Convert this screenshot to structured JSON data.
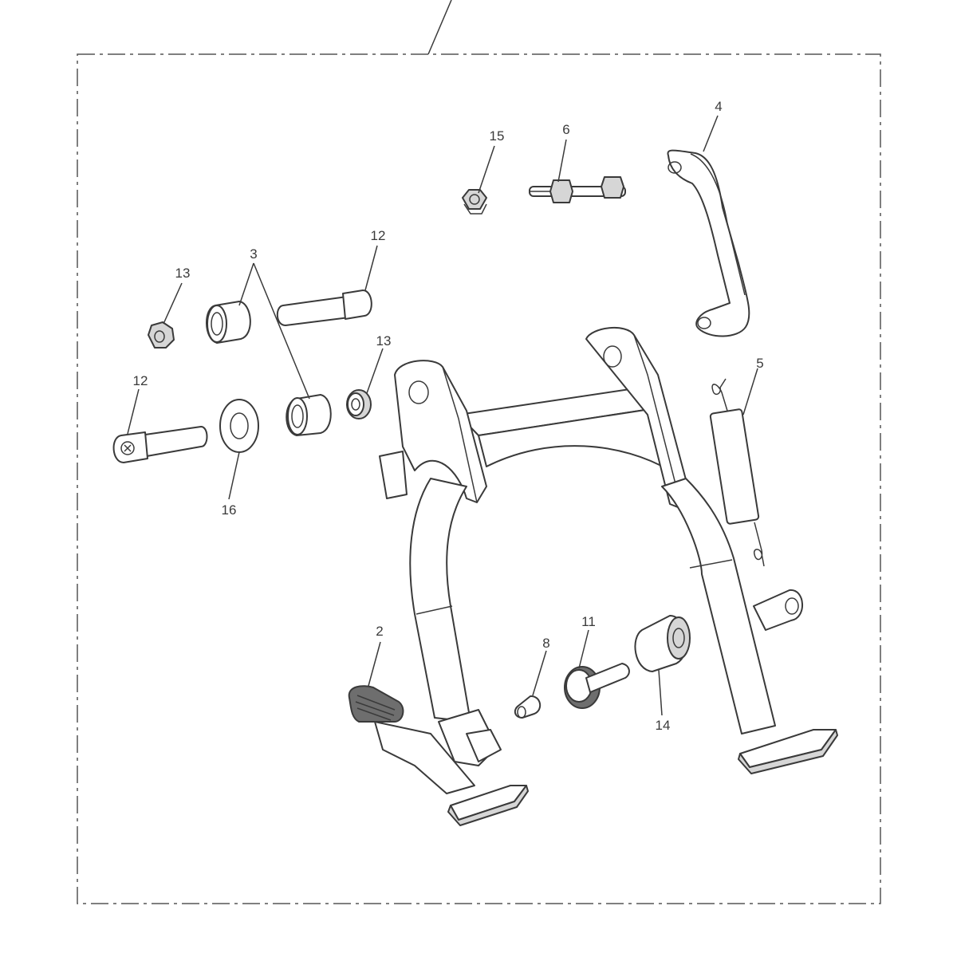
{
  "callouts": {
    "c2": "2",
    "c3": "3",
    "c4": "4",
    "c5": "5",
    "c6": "6",
    "c8": "8",
    "c11": "11",
    "c12a": "12",
    "c12b": "12",
    "c13a": "13",
    "c13b": "13",
    "c14": "14",
    "c15": "15",
    "c16": "16"
  },
  "colors": {
    "line": "#3a3a3a",
    "frame": "#555555",
    "shade": "#d6d6d6",
    "dark": "#6e6e6e",
    "background": "#ffffff"
  }
}
